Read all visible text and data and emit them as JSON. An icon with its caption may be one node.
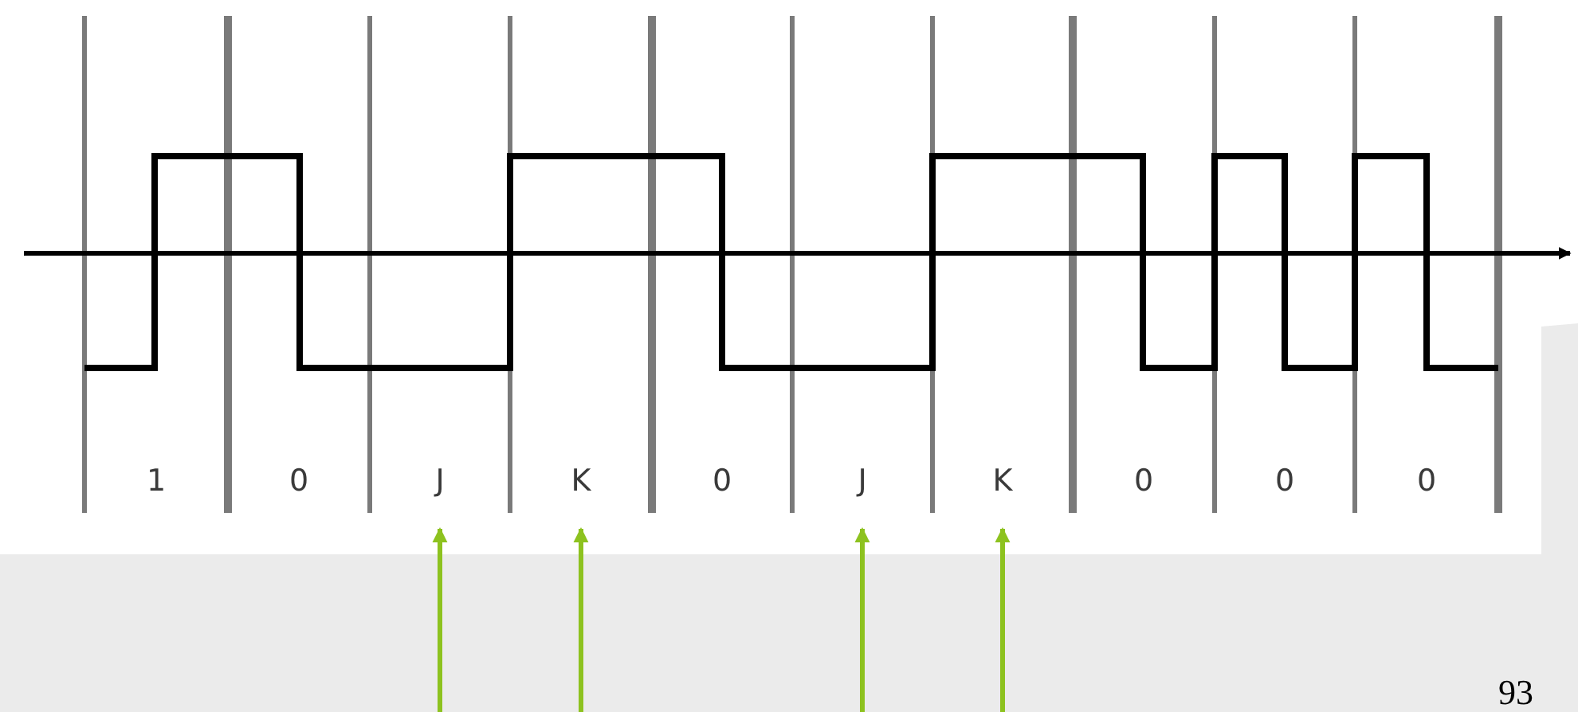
{
  "diagram": {
    "nodes": [
      {
        "text": [
          "1"
        ]
      },
      {
        "text": [
          "0"
        ]
      },
      {
        "text": [
          "J"
        ]
      },
      {
        "text": [
          "K"
        ]
      },
      {
        "text": [
          "0"
        ]
      },
      {
        "text": [
          "J"
        ]
      },
      {
        "text": [
          "K"
        ]
      },
      {
        "text": [
          "0"
        ]
      },
      {
        "text": [
          "0"
        ]
      },
      {
        "text": [
          "0"
        ]
      }
    ],
    "edges": [
      {
        "from": null,
        "to": 2,
        "arrow": "to"
      },
      {
        "from": null,
        "to": 3,
        "arrow": "to"
      },
      {
        "from": null,
        "to": 5,
        "arrow": "to"
      },
      {
        "from": null,
        "to": 6,
        "arrow": "to"
      }
    ],
    "labels": [
      "93"
    ]
  }
}
